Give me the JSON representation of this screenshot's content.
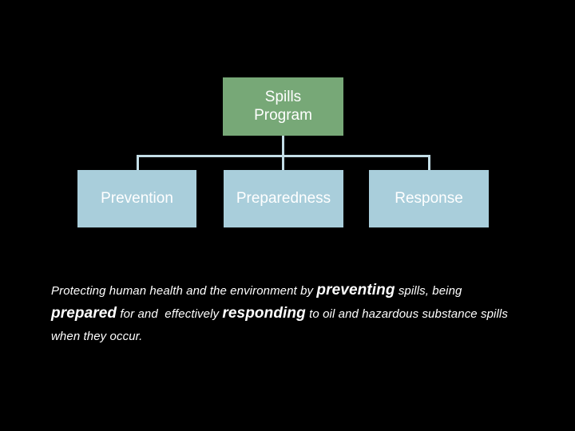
{
  "slide": {
    "background_color": "#000000",
    "text_color": "#ffffff"
  },
  "org_chart": {
    "root": {
      "label": "Spills Program",
      "line1": "Spills",
      "line2": "Program",
      "fill_color": "#77a877"
    },
    "connector_color": "#c3dde6",
    "children": [
      {
        "label": "Prevention",
        "fill_color": "#a9cedb"
      },
      {
        "label": "Preparedness",
        "fill_color": "#a9cedb"
      },
      {
        "label": "Response",
        "fill_color": "#a9cedb"
      }
    ]
  },
  "caption": {
    "full_text": "Protecting human health and the environment by preventing spills, being prepared for and  effectively responding to oil and hazardous substance spills when they occur.",
    "segments": [
      {
        "text": "Protecting human health and the environment by ",
        "emphasis": false
      },
      {
        "text": "preventing",
        "emphasis": true
      },
      {
        "text": " spills, being ",
        "emphasis": false
      },
      {
        "text": "prepared",
        "emphasis": true
      },
      {
        "text": " for and  effectively ",
        "emphasis": false
      },
      {
        "text": "responding",
        "emphasis": true
      },
      {
        "text": " to oil and hazardous substance spills when they occur.",
        "emphasis": false
      }
    ]
  }
}
